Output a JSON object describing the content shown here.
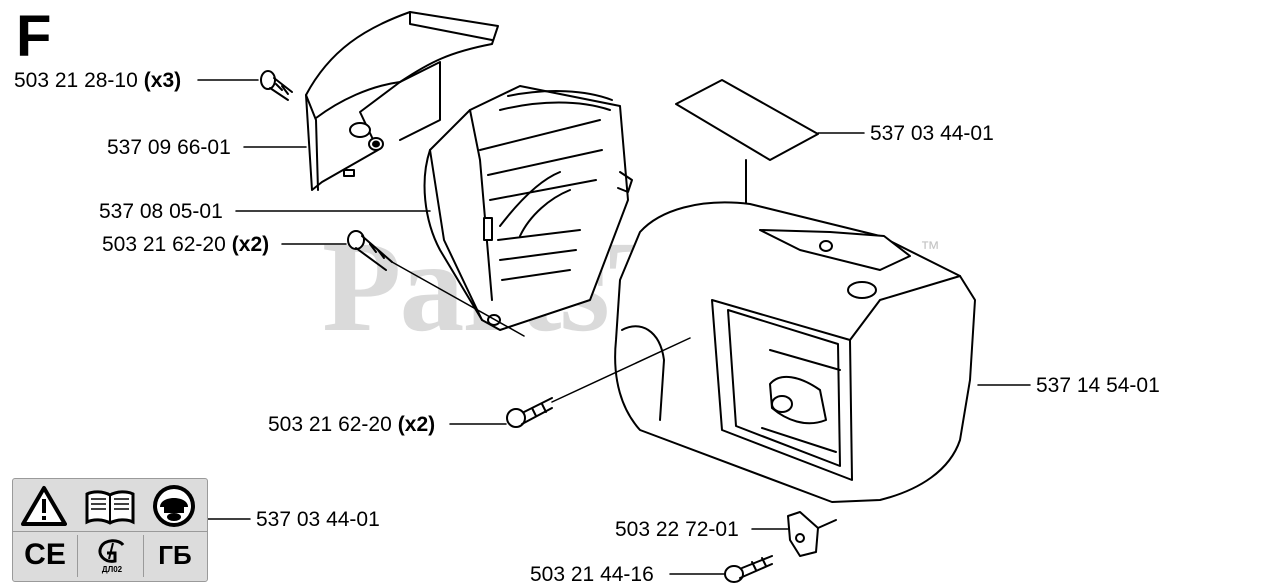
{
  "section": "F",
  "watermark": "PartsTree",
  "trademark": "™",
  "callouts": {
    "screw_top": {
      "part": "503 21 28-10",
      "qty": "(x3)"
    },
    "cover": {
      "part": "537 09 66-01"
    },
    "cylinder_shroud": {
      "part": "537 08 05-01"
    },
    "screw_shroud": {
      "part": "503 21 62-20",
      "qty": "(x2)"
    },
    "decal": {
      "part": "537 03 44-01"
    },
    "housing": {
      "part": "537 14 54-01"
    },
    "screw_lower": {
      "part": "503 21 62-20",
      "qty": "(x2)"
    },
    "label_set": {
      "part": "537 03 44-01"
    },
    "clip": {
      "part": "503 22 72-01"
    },
    "screw_clip": {
      "part": "503 21 44-16"
    }
  },
  "label_panel": {
    "icons": [
      "warning-triangle-icon",
      "manual-book-icon",
      "helmet-protection-icon",
      "ce-mark-icon",
      "rst-mark-icon",
      "gost-mark-icon"
    ],
    "ce": "CE",
    "rst_sub": "ДЛ02",
    "gost": "ГБ"
  },
  "colors": {
    "line": "#000000",
    "watermark": "#969696",
    "panel": "#dcdcdc"
  }
}
